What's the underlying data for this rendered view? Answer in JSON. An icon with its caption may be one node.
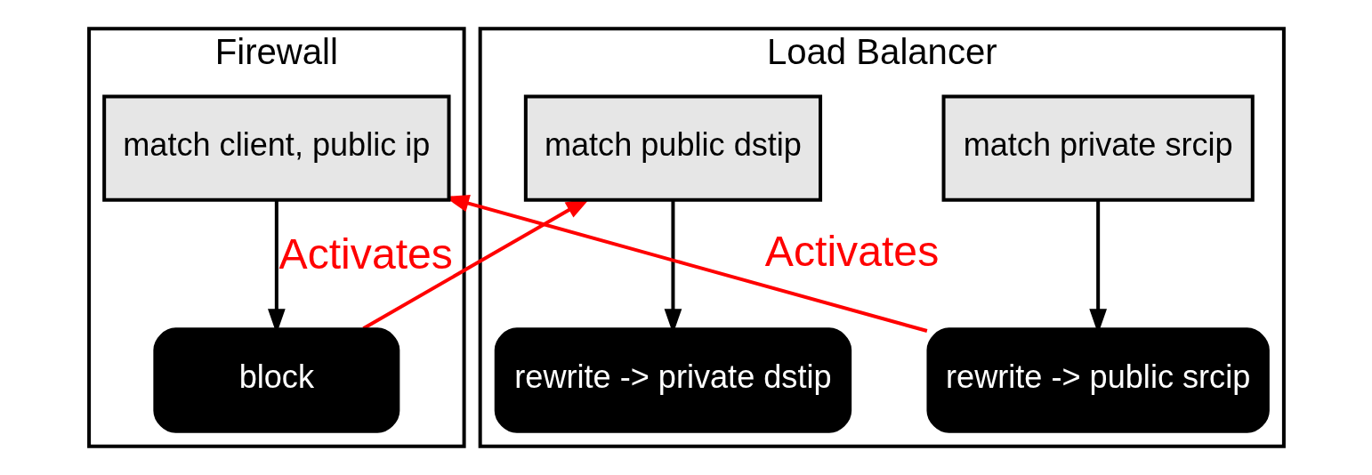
{
  "diagram": {
    "nodes": [
      {
        "text": [
          "Firewall"
        ]
      },
      {
        "text": [
          "match client, public ip"
        ],
        "in": 0
      },
      {
        "text": [
          "block"
        ],
        "in": 0
      },
      {
        "text": [
          "Load Balancer"
        ]
      },
      {
        "text": [
          "match private srcip"
        ],
        "in": 3
      },
      {
        "text": [
          "match public dstip"
        ],
        "in": 3
      },
      {
        "text": [
          "rewrite -> public srcip"
        ],
        "in": 3
      },
      {
        "text": [
          "rewrite -> private dstip"
        ],
        "in": 3
      }
    ],
    "edges": [
      {
        "from": 1,
        "to": 2,
        "arrow": "to"
      },
      {
        "from": 4,
        "to": 6,
        "arrow": "to"
      },
      {
        "from": 5,
        "to": 7,
        "arrow": "to"
      },
      {
        "from": 2,
        "to": 5,
        "arrow": "to",
        "label": "Activates",
        "color": "#ff0000"
      },
      {
        "from": 6,
        "to": 1,
        "arrow": "to",
        "label": "Activates",
        "color": "#ff0000"
      }
    ]
  }
}
